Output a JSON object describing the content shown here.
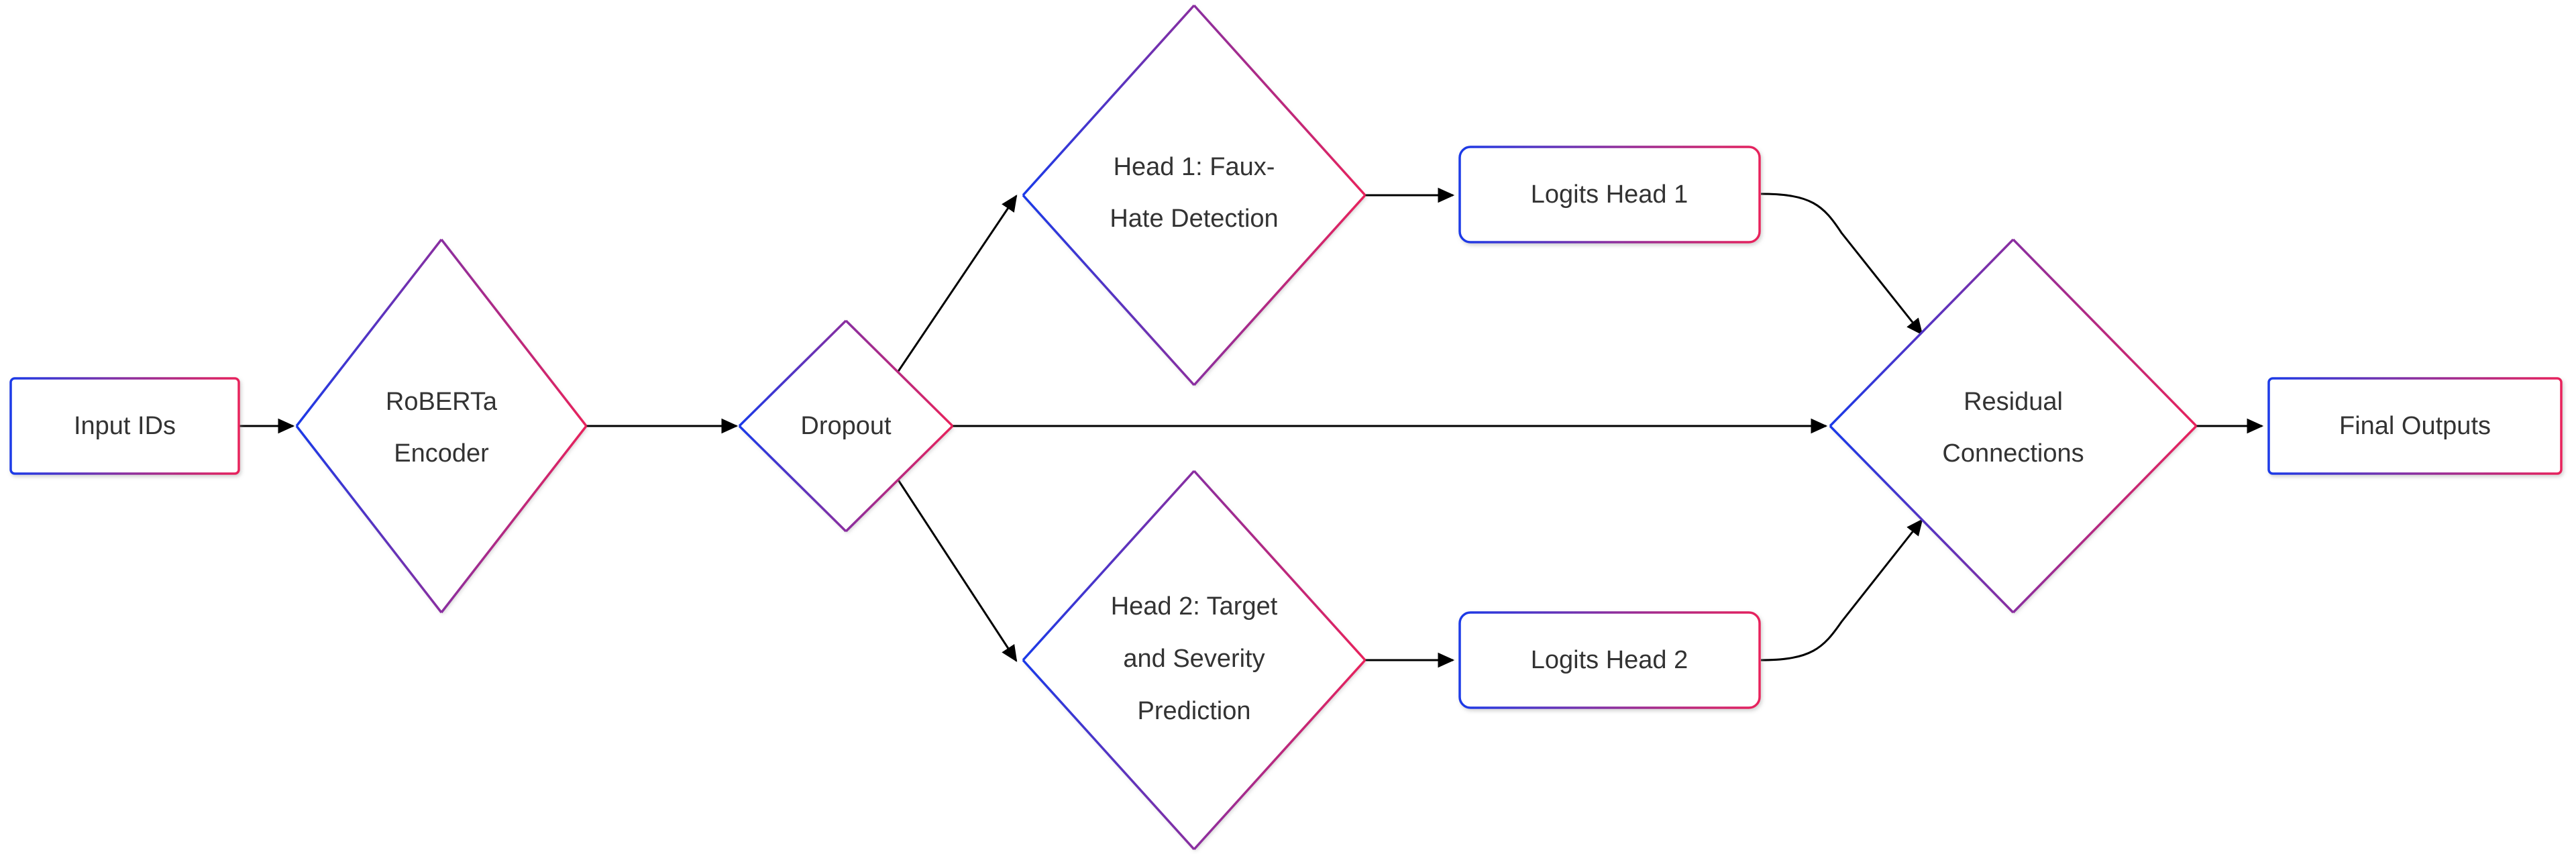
{
  "diagram": {
    "type": "flowchart",
    "orientation": "left-to-right",
    "background_color": "#ffffff",
    "text_color": "#333333",
    "edge_color": "#000000",
    "gradient_start_color": "#1a3ae8",
    "gradient_end_color": "#e8225c",
    "gradient_mid_color": "#8a2ea0",
    "nodes": [
      {
        "id": "input_ids",
        "shape": "rect",
        "label": "Input IDs",
        "lines": [
          "Input IDs"
        ]
      },
      {
        "id": "roberta_encoder",
        "shape": "diamond",
        "label": "RoBERTa Encoder",
        "lines": [
          "RoBERTa",
          "Encoder"
        ]
      },
      {
        "id": "dropout",
        "shape": "diamond",
        "label": "Dropout",
        "lines": [
          "Dropout"
        ]
      },
      {
        "id": "head1",
        "shape": "diamond",
        "label": "Head 1: Faux-Hate Detection",
        "lines": [
          "Head 1: Faux-",
          "Hate Detection"
        ]
      },
      {
        "id": "head2",
        "shape": "diamond",
        "label": "Head 2: Target and Severity Prediction",
        "lines": [
          "Head 2: Target",
          "and Severity",
          "Prediction"
        ]
      },
      {
        "id": "logits_head1",
        "shape": "rounded-rect",
        "label": "Logits Head 1",
        "lines": [
          "Logits Head 1"
        ]
      },
      {
        "id": "logits_head2",
        "shape": "rounded-rect",
        "label": "Logits Head 2",
        "lines": [
          "Logits Head 2"
        ]
      },
      {
        "id": "residual",
        "shape": "diamond",
        "label": "Residual Connections",
        "lines": [
          "Residual",
          "Connections"
        ]
      },
      {
        "id": "final_outputs",
        "shape": "rect",
        "label": "Final Outputs",
        "lines": [
          "Final Outputs"
        ]
      }
    ],
    "edges": [
      {
        "from": "input_ids",
        "to": "roberta_encoder",
        "label": ""
      },
      {
        "from": "roberta_encoder",
        "to": "dropout",
        "label": ""
      },
      {
        "from": "dropout",
        "to": "head1",
        "label": ""
      },
      {
        "from": "dropout",
        "to": "head2",
        "label": ""
      },
      {
        "from": "dropout",
        "to": "residual",
        "label": ""
      },
      {
        "from": "head1",
        "to": "logits_head1",
        "label": ""
      },
      {
        "from": "head2",
        "to": "logits_head2",
        "label": ""
      },
      {
        "from": "logits_head1",
        "to": "residual",
        "label": ""
      },
      {
        "from": "logits_head2",
        "to": "residual",
        "label": ""
      },
      {
        "from": "residual",
        "to": "final_outputs",
        "label": ""
      }
    ]
  },
  "labels": {
    "input_ids": "Input IDs",
    "roberta_l1": "RoBERTa",
    "roberta_l2": "Encoder",
    "dropout": "Dropout",
    "head1_l1": "Head 1: Faux-",
    "head1_l2": "Hate Detection",
    "head2_l1": "Head 2: Target",
    "head2_l2": "and Severity",
    "head2_l3": "Prediction",
    "logits1": "Logits Head 1",
    "logits2": "Logits Head 2",
    "residual_l1": "Residual",
    "residual_l2": "Connections",
    "final_outputs": "Final Outputs"
  }
}
